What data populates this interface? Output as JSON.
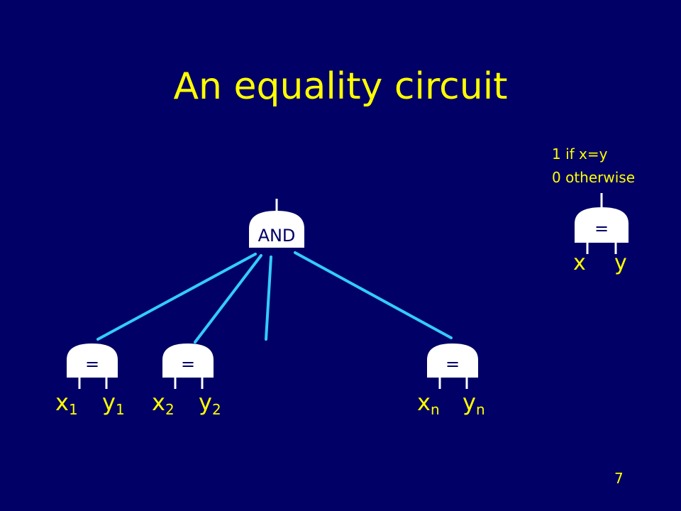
{
  "slide": {
    "title": "An equality circuit",
    "page_number": "7"
  },
  "and_gate": {
    "label": "AND"
  },
  "comparators": [
    {
      "label": "=",
      "x_var": "x",
      "x_sub": "1",
      "y_var": "y",
      "y_sub": "1"
    },
    {
      "label": "=",
      "x_var": "x",
      "x_sub": "2",
      "y_var": "y",
      "y_sub": "2"
    },
    {
      "label": "=",
      "x_var": "x",
      "x_sub": "n",
      "y_var": "y",
      "y_sub": "n"
    }
  ],
  "legend_gate": {
    "label": "=",
    "input_x": "x",
    "input_y": "y",
    "output_line1": "1 if x=y",
    "output_line2": "0 otherwise"
  },
  "colors": {
    "background": "#000066",
    "text": "#ffff00",
    "wire": "#33ccff",
    "gate_fill": "#ffffff",
    "gate_text": "#000066"
  }
}
